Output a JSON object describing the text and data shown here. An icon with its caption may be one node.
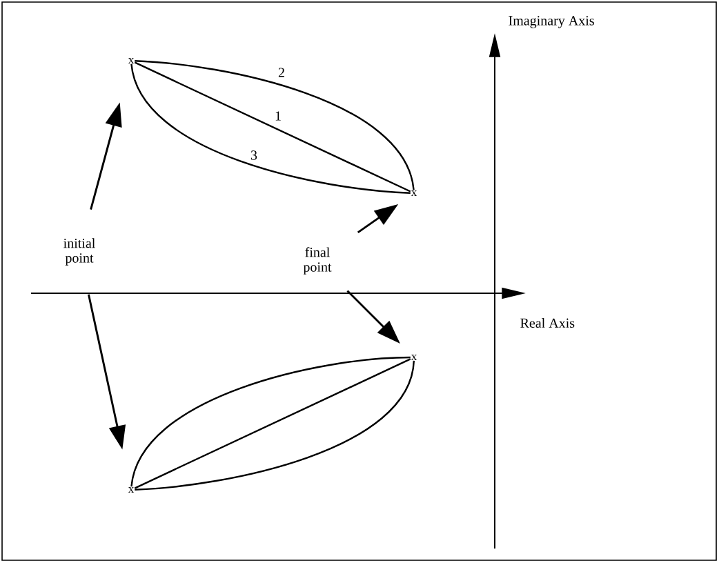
{
  "diagram": {
    "nodes": [
      {
        "text": [
          "initial point"
        ]
      },
      {
        "text": [
          "final point"
        ]
      },
      {
        "text": [
          "x"
        ]
      },
      {
        "text": [
          "x"
        ]
      },
      {
        "text": [
          "x"
        ]
      },
      {
        "text": [
          "x"
        ]
      }
    ],
    "edges": [
      {
        "from": 0,
        "to": 2,
        "arrow": "to"
      },
      {
        "from": 0,
        "to": 4,
        "arrow": "to"
      },
      {
        "from": 1,
        "to": 3,
        "arrow": "to"
      },
      {
        "from": 1,
        "to": 5,
        "arrow": "to"
      },
      {
        "from": 2,
        "to": 3,
        "arrow": "none",
        "label": "1"
      },
      {
        "from": 2,
        "to": 3,
        "arrow": "none",
        "label": "2"
      },
      {
        "from": 2,
        "to": 3,
        "arrow": "none",
        "label": "3"
      },
      {
        "from": 4,
        "to": 5,
        "arrow": "none"
      },
      {
        "from": 4,
        "to": 5,
        "arrow": "none"
      },
      {
        "from": 4,
        "to": 5,
        "arrow": "none"
      }
    ],
    "labels": [
      "Imaginary Axis",
      "Real Axis"
    ]
  }
}
